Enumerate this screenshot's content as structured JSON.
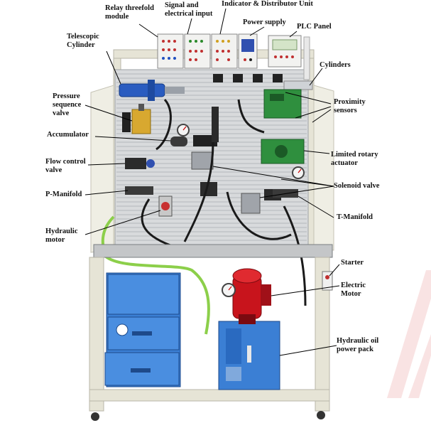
{
  "labels": {
    "relay_threefold_module": "Relay threefold\nmodule",
    "signal_electrical_input": "Signal and\nelectrical input",
    "indicator_distributor_unit": "Indicator & Distributor Unit",
    "power_supply": "Power supply",
    "plc_panel": "PLC Panel",
    "telescopic_cylinder": "Telescopic\nCylinder",
    "cylinders": "Cylinders",
    "pressure_sequence_valve": "Pressure\nsequence\nvalve",
    "proximity_sensors": "Proximity\nsensors",
    "accumulator": "Accumulator",
    "flow_control_valve": "Flow control\nvalve",
    "limited_rotary_actuator": "Limited rotary\nactuator",
    "p_manifold": "P-Manifold",
    "solenoid_valve": "Solenoid valve",
    "t_manifold": "T-Manifold",
    "hydraulic_motor": "Hydraulic\nmotor",
    "starter": "Starter",
    "electric_motor": "Electric Motor",
    "hydraulic_oil_power_pack": "Hydraulic oil\npower pack"
  },
  "colors": {
    "frame": "#e6e4d6",
    "panel": "#d8dadc",
    "blue_cabinet": "#3b7fd4",
    "motor_red": "#c8141c",
    "green_component": "#2f8f3e",
    "hose_black": "#1a1a1a",
    "hose_green": "#8ccf4a"
  },
  "icons": [
    "pressure-gauge-icon",
    "electric-motor-icon",
    "drawer-handle-icon",
    "caster-wheel-icon"
  ]
}
